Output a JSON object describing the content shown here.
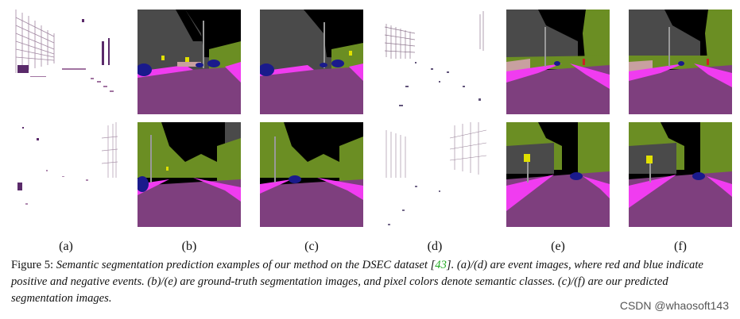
{
  "figure": {
    "subfigure_labels": [
      "(a)",
      "(b)",
      "(c)",
      "(d)",
      "(e)",
      "(f)"
    ],
    "caption": {
      "label": "Figure 5:",
      "text_before_ref": "Semantic segmentation prediction examples of our method on the DSEC dataset [",
      "ref": "43",
      "text_after_ref": "]. (a)/(d) are event images, where red and blue indicate positive and negative events. (b)/(e) are ground-truth segmentation images, and pixel colors denote semantic classes. (c)/(f) are our predicted segmentation images."
    }
  },
  "watermark": "CSDN @whaosoft143",
  "colors": {
    "road": "#7e3f7e",
    "sidewalk": "#f03cf0",
    "sky": "#000000",
    "building": "#4a4a4a",
    "vegetation": "#6b8e23",
    "car": "#1a1a8c",
    "sign": "#e0e000",
    "pole": "#999999",
    "fence": "#c8a0a0",
    "event_positive": "#8a2a6a",
    "event_negative": "#3a2a5a"
  }
}
